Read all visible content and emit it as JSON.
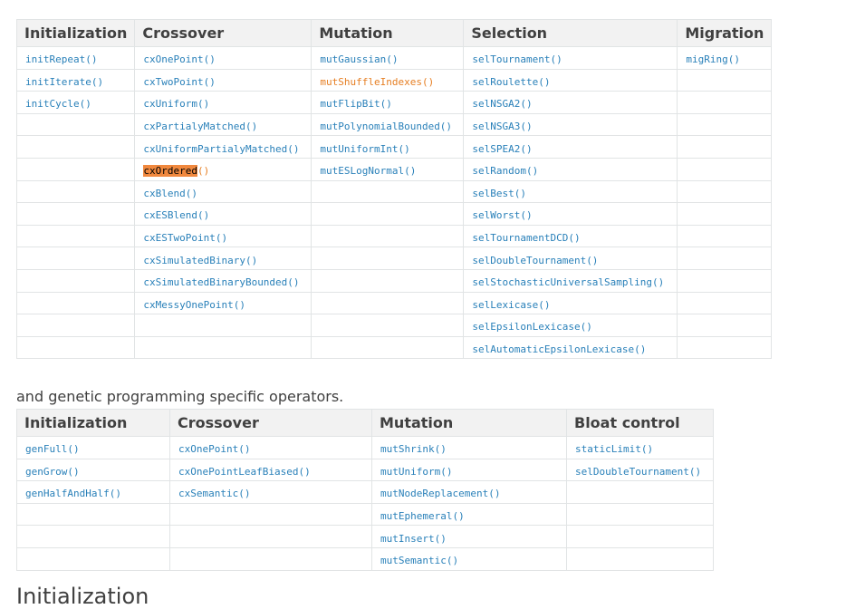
{
  "table1": {
    "headers": [
      "Initialization",
      "Crossover",
      "Mutation",
      "Selection",
      "Migration"
    ],
    "rows": [
      [
        "initRepeat()",
        "cxOnePoint()",
        "mutGaussian()",
        "selTournament()",
        "migRing()"
      ],
      [
        "initIterate()",
        "cxTwoPoint()",
        "mutShuffleIndexes()",
        "selRoulette()",
        ""
      ],
      [
        "initCycle()",
        "cxUniform()",
        "mutFlipBit()",
        "selNSGA2()",
        ""
      ],
      [
        "",
        "cxPartialyMatched()",
        "mutPolynomialBounded()",
        "selNSGA3()",
        ""
      ],
      [
        "",
        "cxUniformPartialyMatched()",
        "mutUniformInt()",
        "selSPEA2()",
        ""
      ],
      [
        "",
        "cxOrdered()",
        "mutESLogNormal()",
        "selRandom()",
        ""
      ],
      [
        "",
        "cxBlend()",
        "",
        "selBest()",
        ""
      ],
      [
        "",
        "cxESBlend()",
        "",
        "selWorst()",
        ""
      ],
      [
        "",
        "cxESTwoPoint()",
        "",
        "selTournamentDCD()",
        ""
      ],
      [
        "",
        "cxSimulatedBinary()",
        "",
        "selDoubleTournament()",
        ""
      ],
      [
        "",
        "cxSimulatedBinaryBounded()",
        "",
        "selStochasticUniversalSampling()",
        ""
      ],
      [
        "",
        "cxMessyOnePoint()",
        "",
        "selLexicase()",
        ""
      ],
      [
        "",
        "",
        "",
        "selEpsilonLexicase()",
        ""
      ],
      [
        "",
        "",
        "",
        "selAutomaticEpsilonLexicase()",
        ""
      ]
    ],
    "highlight_match": "cxOrdered",
    "highlight_rest": "()"
  },
  "paragraph": "and genetic programming specific operators.",
  "table2": {
    "headers": [
      "Initialization",
      "Crossover",
      "Mutation",
      "Bloat control"
    ],
    "rows": [
      [
        "genFull()",
        "cxOnePoint()",
        "mutShrink()",
        "staticLimit()"
      ],
      [
        "genGrow()",
        "cxOnePointLeafBiased()",
        "mutUniform()",
        "selDoubleTournament()"
      ],
      [
        "genHalfAndHalf()",
        "cxSemantic()",
        "mutNodeReplacement()",
        ""
      ],
      [
        "",
        "",
        "mutEphemeral()",
        ""
      ],
      [
        "",
        "",
        "mutInsert()",
        ""
      ],
      [
        "",
        "",
        "mutSemantic()",
        ""
      ]
    ]
  },
  "section_heading": "Initialization",
  "colors": {
    "link": "#2980b9",
    "visited_link": "#e67e22",
    "highlight": "#f0883e",
    "header_bg": "#f2f2f2",
    "border": "#e1e4e5"
  }
}
